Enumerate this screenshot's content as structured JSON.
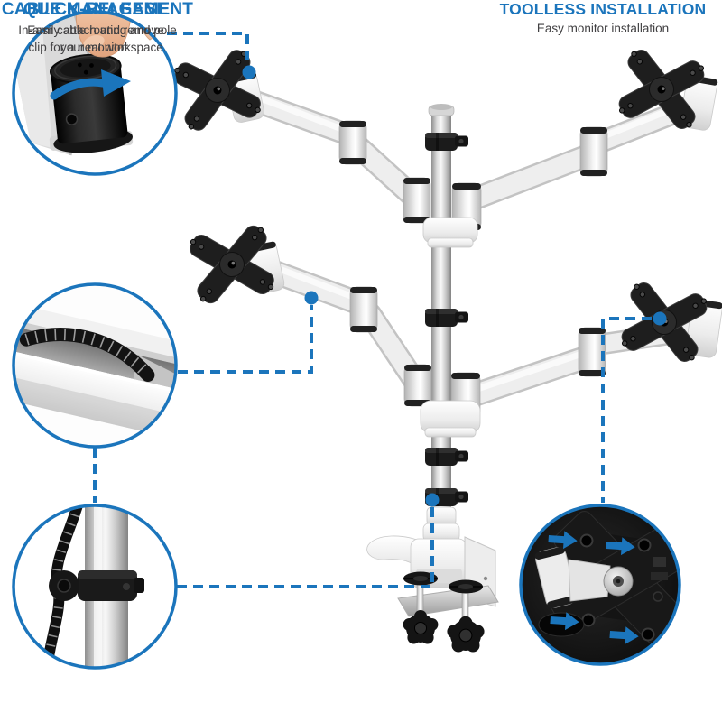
{
  "colors": {
    "accent": "#1b75bc",
    "body_text": "#414042"
  },
  "callouts": [
    {
      "id": "quick-release",
      "title": "QUICK-RELEASE",
      "lines": [
        "Easily attach and remove",
        "your monitor."
      ]
    },
    {
      "id": "cable-management",
      "title": "CABLE MANAGEMENT",
      "lines": [
        "In-arm cable routing and pole",
        "clip for a neat workspace."
      ]
    },
    {
      "id": "toolless-installation",
      "title": "TOOLLESS INSTALLATION",
      "lines": [
        "Easy monitor installation"
      ]
    }
  ]
}
